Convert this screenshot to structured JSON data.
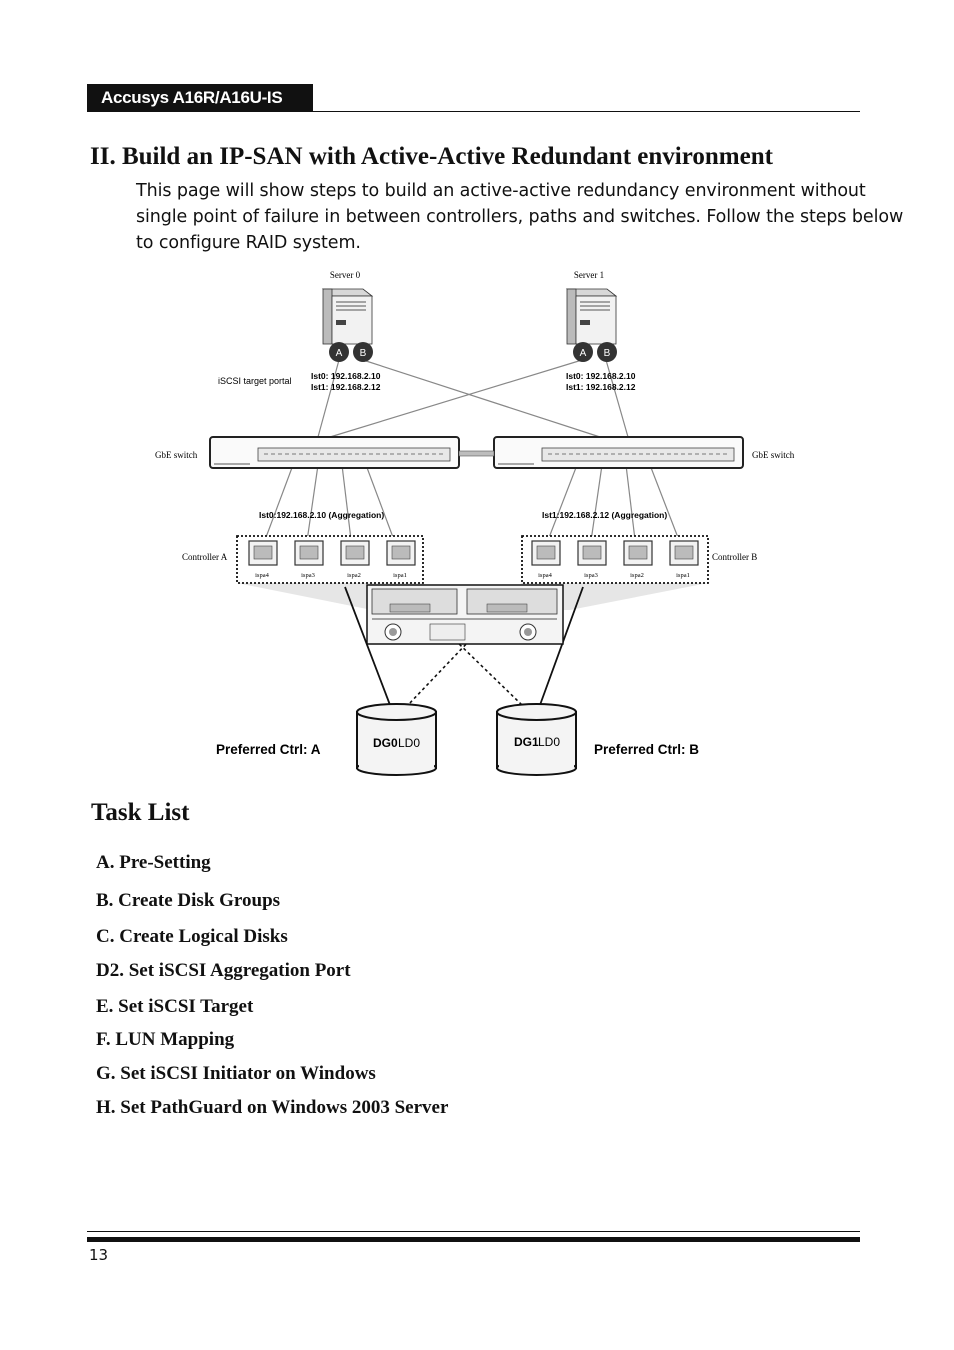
{
  "header": {
    "product": "Accusys A16R/A16U-IS"
  },
  "section": {
    "title": "II. Build an IP-SAN with Active-Active Redundant environment",
    "intro": "This page will show steps to build an active-active redundancy environment without single point of failure in between controllers, paths and switches. Follow the steps below to configure RAID system."
  },
  "diagram": {
    "server0": {
      "label": "Server 0",
      "port_a": "A",
      "port_b": "B"
    },
    "server1": {
      "label": "Server 1",
      "port_a": "A",
      "port_b": "B"
    },
    "portal_label": "iSCSI target portal",
    "server0_ist0": "Ist0: 192.168.2.10",
    "server0_ist1": "Ist1: 192.168.2.12",
    "server1_ist0": "Ist0: 192.168.2.10",
    "server1_ist1": "Ist1: 192.168.2.12",
    "switch_left": "GbE switch",
    "switch_right": "GbE switch",
    "agg_left": "Ist0:192.168.2.10 (Aggregation)",
    "agg_right": "Ist1:192.168.2.12 (Aggregation)",
    "controller_a": "Controller A",
    "controller_b": "Controller B",
    "ports_a": [
      "ispa4",
      "ispa3",
      "ispa2",
      "ispa1"
    ],
    "ports_b": [
      "ispa4",
      "ispa3",
      "ispa2",
      "ispa1"
    ],
    "disk0_dg": "DG0",
    "disk0_ld": "LD0",
    "disk1_dg": "DG1",
    "disk1_ld": "LD0",
    "pref_a": "Preferred Ctrl: A",
    "pref_b": "Preferred Ctrl: B"
  },
  "task_list": {
    "title": "Task List",
    "items": [
      "A. Pre-Setting",
      "B. Create Disk Groups",
      "C. Create Logical Disks",
      "D2. Set iSCSI Aggregation Port",
      "E. Set iSCSI Target",
      "F. LUN Mapping",
      "G. Set iSCSI Initiator on Windows",
      "H. Set PathGuard on Windows 2003 Server"
    ]
  },
  "footer": {
    "page_number": "13"
  }
}
